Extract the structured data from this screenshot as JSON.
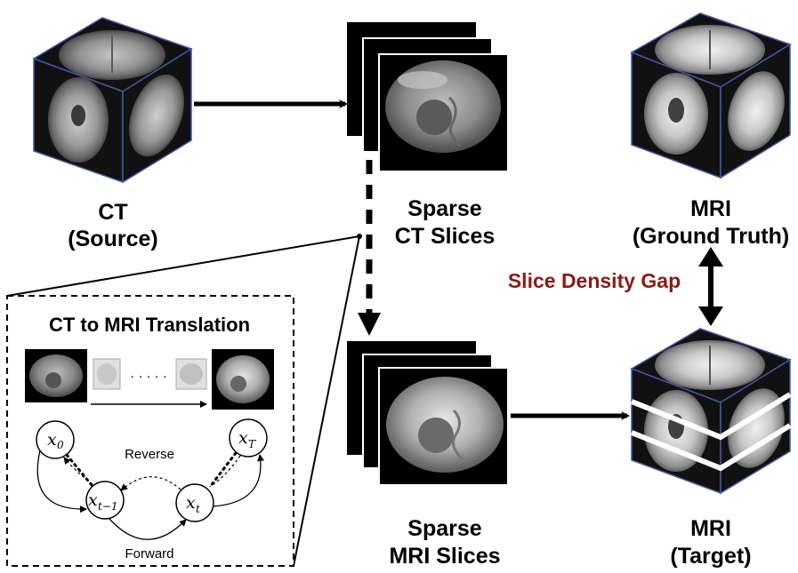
{
  "labels": {
    "ct_title": "CT",
    "ct_sub": "(Source)",
    "sparse_ct_1": "Sparse",
    "sparse_ct_2": "CT Slices",
    "mri_gt_title": "MRI",
    "mri_gt_sub": "(Ground Truth)",
    "gap": "Slice Density Gap",
    "sparse_mri_1": "Sparse",
    "sparse_mri_2": "MRI Slices",
    "mri_target_title": "MRI",
    "mri_target_sub": "(Target)"
  },
  "inset": {
    "title": "CT to MRI Translation",
    "reverse": "Reverse",
    "forward": "Forward",
    "dots": "· · · · ·",
    "nodes": {
      "x0": {
        "base": "x",
        "sub": "0"
      },
      "xT": {
        "base": "x",
        "sub": "T"
      },
      "xt1": {
        "base": "x",
        "sub": "t−1"
      },
      "xt": {
        "base": "x",
        "sub": "t"
      }
    }
  },
  "colors": {
    "gap_text": "#8b1a1a",
    "cube_edge": "#3a5aa8"
  }
}
